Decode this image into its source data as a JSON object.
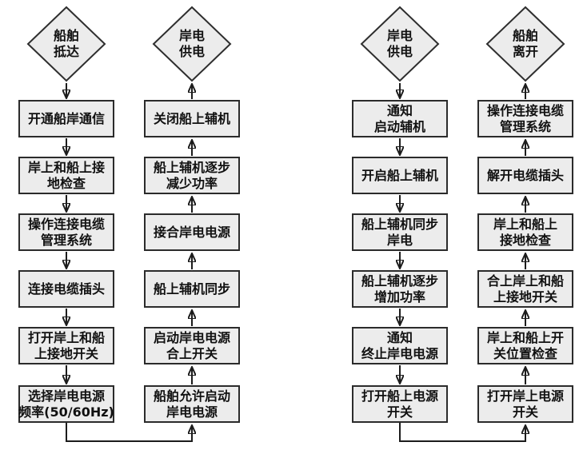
{
  "colors": {
    "background": "#ffffff",
    "node_fill": "#ececec",
    "node_border": "#2b2b2b",
    "arrow": "#1c1c1c",
    "text": "#111111"
  },
  "flow_connect": {
    "col1": {
      "start_diamond": "船舶\n抵达",
      "steps": [
        "开通船岸通信",
        "岸上和船上接\n地检查",
        "操作连接电缆\n管理系统",
        "连接电缆插头",
        "打开岸上和船\n上接地开关",
        "选择岸电电源\n频率(50/60Hz)"
      ]
    },
    "col2": {
      "end_diamond": "岸电\n供电",
      "steps": [
        "关闭船上辅机",
        "船上辅机逐步\n减少功率",
        "接合岸电电源",
        "船上辅机同步",
        "启动岸电电源\n合上开关",
        "船舶允许启动\n岸电电源"
      ]
    }
  },
  "flow_disconnect": {
    "col3": {
      "start_diamond": "岸电\n供电",
      "steps": [
        "通知\n启动辅机",
        "开启船上辅机",
        "船上辅机同步\n岸电",
        "船上辅机逐步\n增加功率",
        "通知\n终止岸电电源",
        "打开船上电源\n开关"
      ]
    },
    "col4": {
      "end_diamond": "船舶\n离开",
      "steps": [
        "操作连接电缆\n管理系统",
        "解开电缆插头",
        "岸上和船上\n接地检查",
        "合上岸上和船\n上接地开关",
        "岸上和船上开\n关位置检查",
        "打开岸上电源\n开关"
      ]
    }
  }
}
